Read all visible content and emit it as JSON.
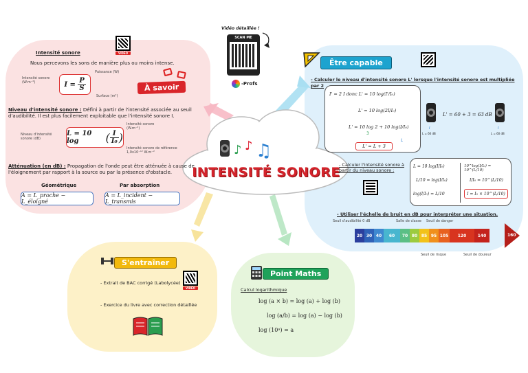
{
  "header": {
    "video_label": "Vidéo détaillée !",
    "scan_me": "SCAN ME",
    "brand": "-Profs"
  },
  "center": {
    "title": "INTENSITÉ SONORE"
  },
  "intensite": {
    "heading": "Intensité sonore",
    "intro": "Nous percevons les sons de manière plus ou moins intense.",
    "formula": "I = P / S",
    "label_intensity": "Intensité sonore (W.m⁻²)",
    "label_power": "Puissance (W)",
    "label_surface": "Surface (m²)",
    "savoir_label": "À savoir",
    "video_tag": "VIDÉO"
  },
  "niveau": {
    "heading": "Niveau d'intensité sonore :",
    "definition": "Défini à partir de l'intensité associée au seuil d'audibilité. Il est plus facilement exploitable que l'intensité sonore I.",
    "formula": "L = 10 log(I / I₀)",
    "label_level": "Niveau d'intensité sonore (dB)",
    "label_intensity": "Intensité sonore (W.m⁻²)",
    "label_reference": "Intensité sonore de référence 1,0x10⁻¹² W.m⁻²"
  },
  "attenuation": {
    "heading": "Atténuation (en dB) :",
    "text": "Propagation de l'onde peut être atténuée à cause de l'éloignement par rapport à la source ou par la présence d'obstacle.",
    "geom_label": "Géométrique",
    "abs_label": "Par absorption",
    "geom_formula": "A = L_proche − L_éloigné",
    "abs_formula": "A = L_incident − L_transmis"
  },
  "capable": {
    "banner": "Être capable",
    "task1": "- Calculer le niveau d'intensité sonore L' lorsque l'intensité sonore est multipliée par 2",
    "step1": "I' = 2 I  donc  L' = 10 log(I'/I₀)",
    "step2": "L' = 10 log(2I/I₀)",
    "step3": "L' = 10 log 2 + 10 log(I/I₀)",
    "step3_a": "3",
    "step3_b": "L",
    "step4": "L' = L + 3",
    "sum_text": "L' = 60 + 3 = 63 dB",
    "spk1_label": "I",
    "spk1_db": "L = 60 dB",
    "spk2_label": "I",
    "spk2_db": "L = 60 dB",
    "task2_title": "- Calculer l'intensité sonore à partir du niveau sonore :",
    "eq_a": "L = 10 log(I/I₀)",
    "eq_b": "L/10 = log(I/I₀)",
    "eq_c": "log(I/I₀) = L/10",
    "eq_d": "10^log(I/I₀) = 10^(L/10)",
    "eq_e": "I/I₀ = 10^(L/10)",
    "eq_f": "I = I₀ × 10^(L/10)",
    "task3": "- Utiliser l'échelle de bruit en dB pour interpréter une situation.",
    "scale_labels": {
      "audibility": "Seuil d'audibilité 0 dB",
      "classroom": "Salle de classe",
      "danger": "Seuil de danger",
      "risk": "Seuil de risque",
      "pain": "Seuil de douleur"
    },
    "scale_values": [
      "20",
      "30",
      "40",
      "60",
      "70",
      "80",
      "85",
      "95",
      "105",
      "120",
      "140",
      "160"
    ],
    "scale_colors": [
      "#2b3f9e",
      "#2f62b8",
      "#3e89d0",
      "#48b6cf",
      "#5bbf86",
      "#9ccb3f",
      "#f2c21a",
      "#f0901d",
      "#e8621f",
      "#d8341f",
      "#c4231c",
      "#b51f1a"
    ]
  },
  "entrainer": {
    "banner": "S'entraîner",
    "item1": "- Extrait de BAC corrigé (Labolycée)",
    "item2": "- Exercice du livre avec correction détaillée",
    "video_tag": "VIDÉO"
  },
  "maths": {
    "banner": "Point Maths",
    "heading": "Calcul logarithmique",
    "rule1": "log (a × b) = log (a) + log (b)",
    "rule2": "log (a/b) = log (a) − log (b)",
    "rule3": "log (10ᵃ) = a"
  }
}
